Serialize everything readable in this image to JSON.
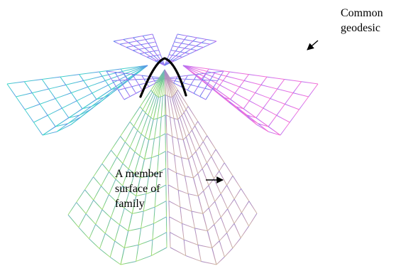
{
  "labels": {
    "common_geodesic": [
      "Common",
      "geodesic"
    ],
    "member_surface": [
      "A member",
      "surface of",
      "family"
    ]
  },
  "colors": {
    "geodesic": "#000000",
    "left_wing": "#40d0c8",
    "upper_left": "#5a7cf0",
    "upper_right": "#c06ef0",
    "right_wing": "#f070e0",
    "lower_left": "#80d060",
    "lower_right": "#c8a0b0",
    "arrow": "#000000"
  }
}
